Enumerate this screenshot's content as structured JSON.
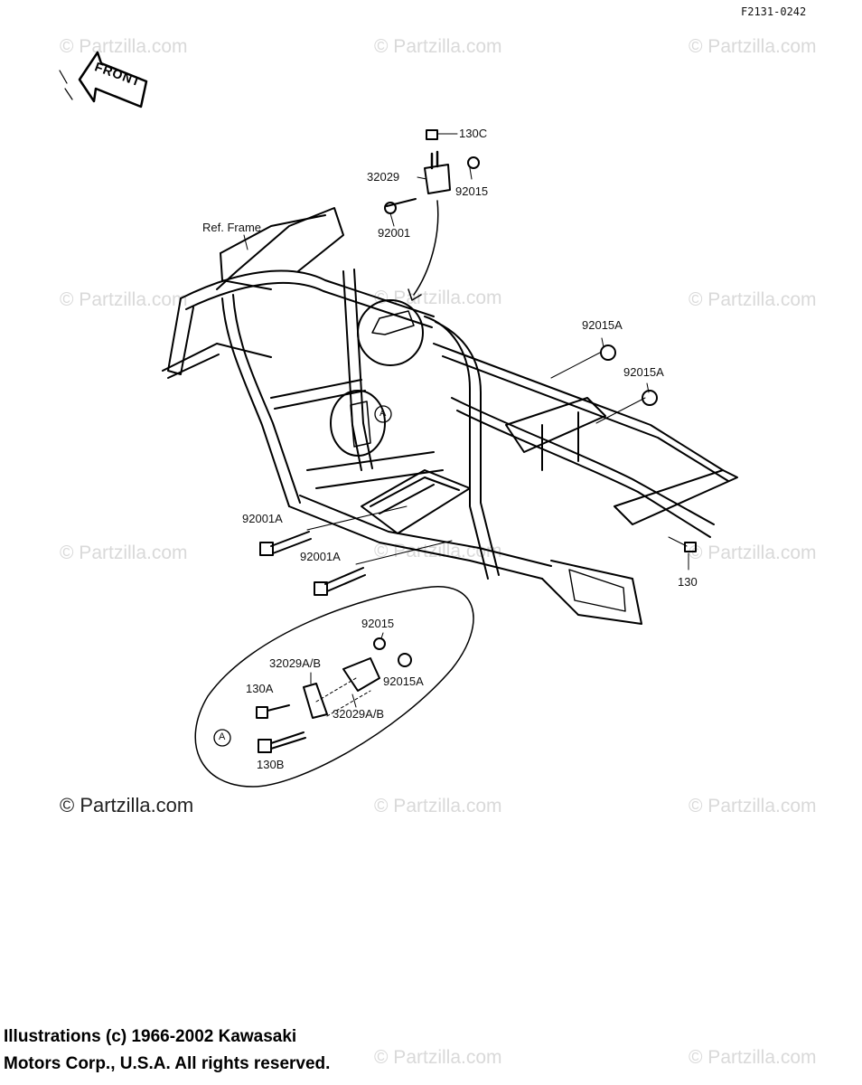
{
  "drawing_code": "F2131-0242",
  "front_label": "FRONT",
  "ref_frame": "Ref. Frame",
  "callout_marker": "A",
  "watermark": "© Partzilla.com",
  "copyright_main": "© Partzilla.com",
  "footer": {
    "line1": "Illustrations (c) 1966-2002 Kawasaki",
    "line2": "Motors Corp., U.S.A.  All rights reserved."
  },
  "parts": {
    "p130c": "130C",
    "p32029": "32029",
    "p92015_top": "92015",
    "p92001": "92001",
    "p92015a_1": "92015A",
    "p92015a_2": "92015A",
    "p92001a_1": "92001A",
    "p92001a_2": "92001A",
    "p130": "130",
    "d92015": "92015",
    "d32029ab_1": "32029A/B",
    "d92015a": "92015A",
    "d130a": "130A",
    "d32029ab_2": "32029A/B",
    "d130b": "130B"
  }
}
